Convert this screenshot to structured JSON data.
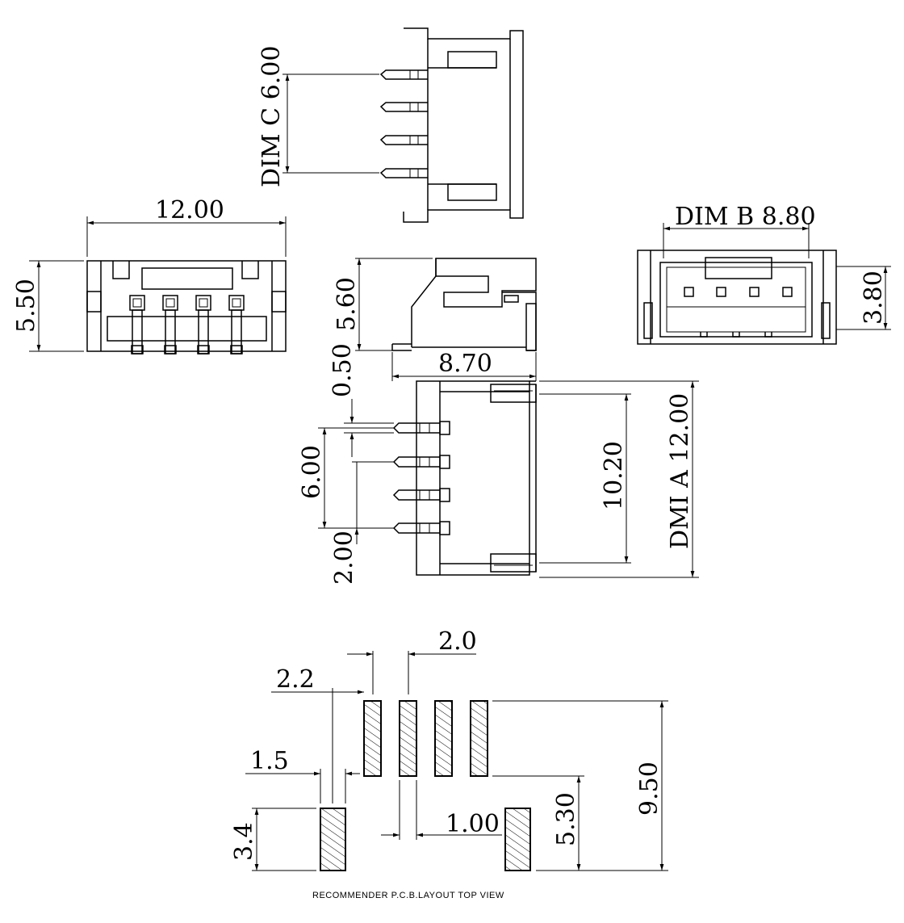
{
  "side_view": {
    "dim_pitch_c": "DIM C 6.00"
  },
  "front_view": {
    "width": "12.00",
    "height": "5.50"
  },
  "top_view": {
    "dim_b": "DIM B 8.80",
    "height": "3.80"
  },
  "center_side_view": {
    "height": "5.60",
    "depth": "8.70"
  },
  "bottom_view": {
    "pin_offset": "0.50",
    "pitch_span": "6.00",
    "pitch": "2.00",
    "inner_length": "10.20",
    "dim_a": "DMI A 12.00"
  },
  "pcb_layout": {
    "pitch": "2.0",
    "edge_offset": "2.2",
    "mount_pad_width": "1.5",
    "mount_pad_height": "3.4",
    "gap": "1.00",
    "signal_to_mount": "5.30",
    "total_height": "9.50",
    "caption": "RECOMMENDER  P.C.B.LAYOUT  TOP  VIEW"
  },
  "colors": {
    "line": "#000000",
    "background": "#ffffff"
  }
}
